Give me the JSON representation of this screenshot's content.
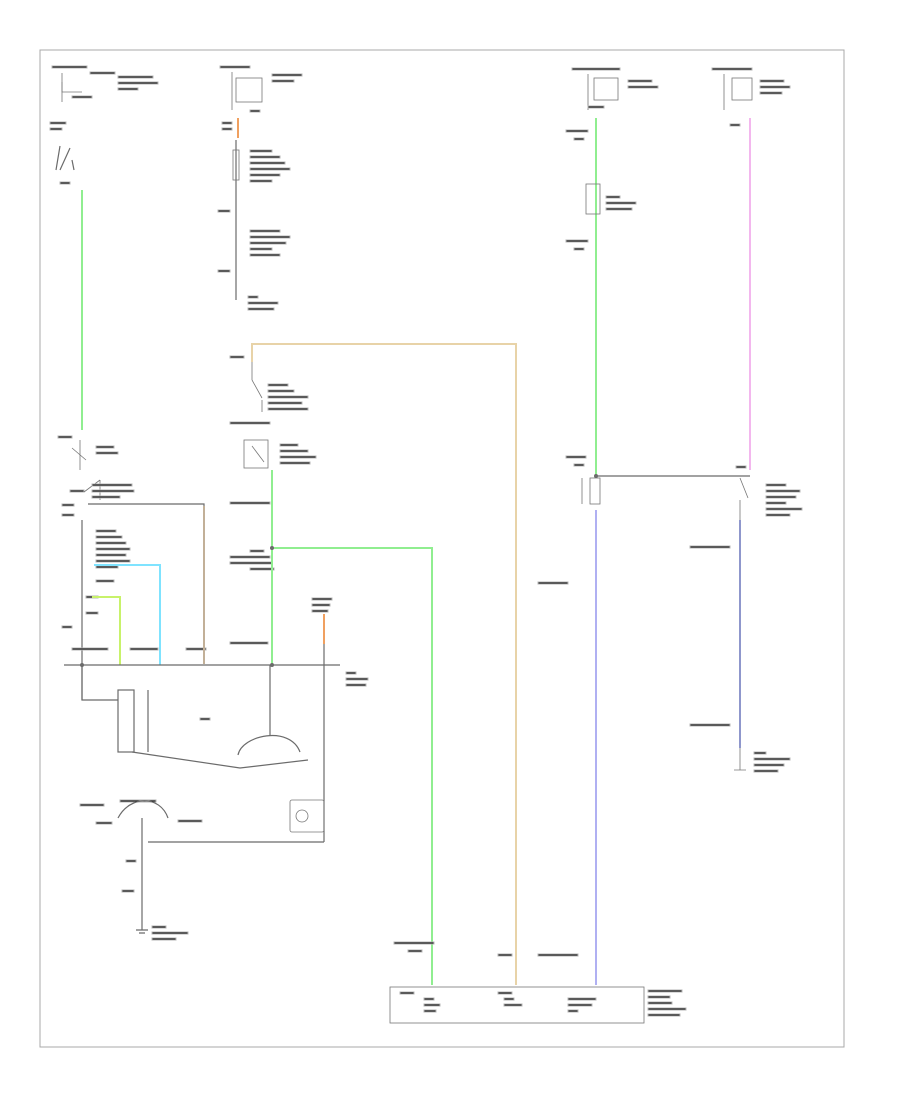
{
  "diagram": {
    "footer_code": "",
    "colors": {
      "frame": "#a8a8a8",
      "ground_wire": "#6b6b6b",
      "light_green": "#90ee90",
      "tan": "#e8d3a8",
      "pink": "#f3b7ee",
      "blue_violet": "#b0b0f2",
      "slate_blue": "#8f97cc",
      "light_blue": "#7fe3ff",
      "orange": "#f0a060",
      "brown": "#c2b098",
      "lime": "#c8f26a"
    },
    "wires": [
      {
        "id": "left-feed",
        "color": "light_green"
      },
      {
        "id": "center-vertical",
        "color": "light_green"
      },
      {
        "id": "ecm-feed",
        "color": "light_green"
      },
      {
        "id": "top-right-vertical",
        "color": "light_green"
      },
      {
        "id": "tan-loop",
        "color": "tan"
      },
      {
        "id": "pink-feed",
        "color": "pink"
      },
      {
        "id": "module-feed",
        "color": "blue_violet"
      },
      {
        "id": "right-drop",
        "color": "slate_blue"
      },
      {
        "id": "cyan-branch",
        "color": "light_blue"
      },
      {
        "id": "lime-branch",
        "color": "lime"
      },
      {
        "id": "brown-branch",
        "color": "brown"
      },
      {
        "id": "orange-stub",
        "color": "orange"
      },
      {
        "id": "orange-top",
        "color": "orange"
      }
    ]
  }
}
